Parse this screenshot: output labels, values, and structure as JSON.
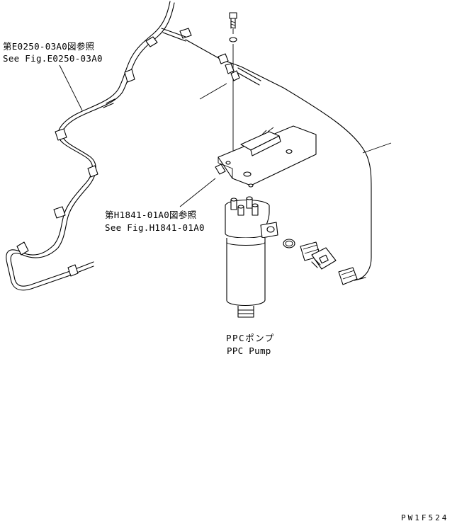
{
  "callouts": {
    "harness_ref_ja": "第E0250-03A0図参照",
    "harness_ref_en": "See Fig.E0250-03A0",
    "filter_ref_ja": "第H1841-01A0図参照",
    "filter_ref_en": "See Fig.H1841-01A0"
  },
  "component": {
    "name_ja": "PPCポンプ",
    "name_en": "PPC Pump"
  },
  "drawing_code": "PW1F524"
}
